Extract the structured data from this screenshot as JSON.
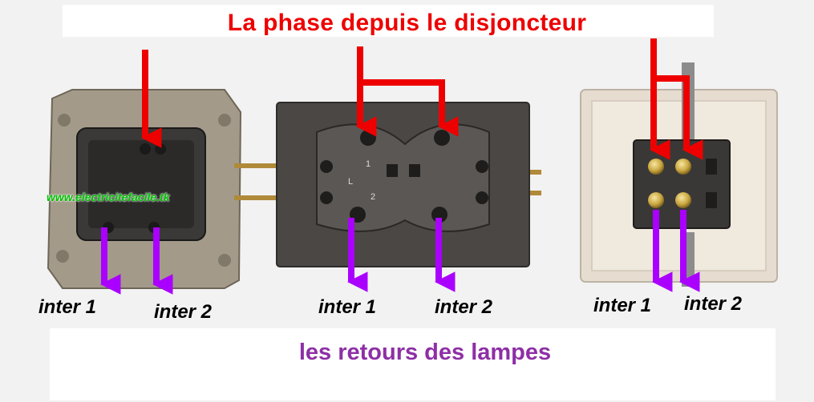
{
  "title": "La phase depuis le disjoncteur",
  "footer": "les retours des lampes",
  "watermark": "www.electricitefacile.tk",
  "switches": [
    {
      "name": "switch-left",
      "labels": [
        "inter 1",
        "inter 2"
      ]
    },
    {
      "name": "switch-center",
      "labels": [
        "inter 1",
        "inter 2"
      ]
    },
    {
      "name": "switch-right",
      "labels": [
        "inter 1",
        "inter 2"
      ]
    }
  ],
  "terminal_marks": {
    "l": "L",
    "one": "1",
    "two": "2"
  },
  "colors": {
    "phase_arrow": "#ee0000",
    "return_arrow": "#aa00ff",
    "title_text": "#ee0000",
    "footer_text": "#8e2fa6",
    "watermark_text": "#00c000"
  },
  "icons": [
    "phase-arrow-icon",
    "return-arrow-icon",
    "screw-terminal-icon"
  ]
}
